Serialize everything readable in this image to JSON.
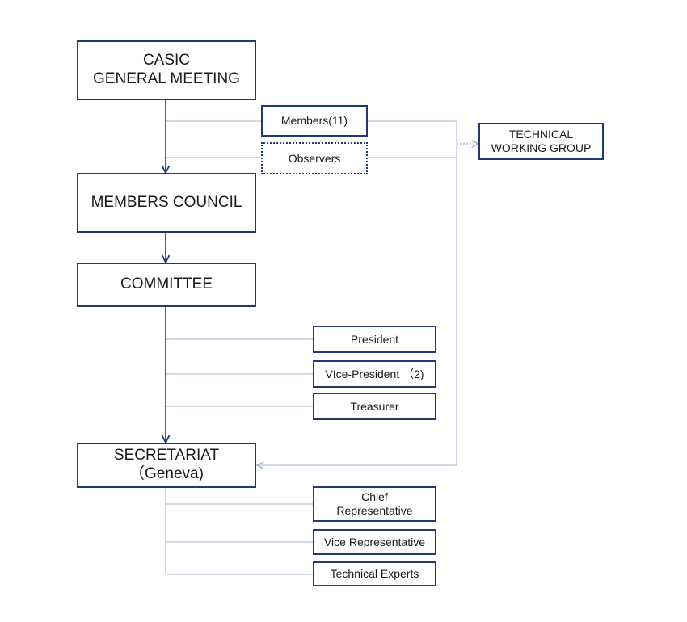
{
  "general_meeting": {
    "title": "CASIC\nGENERAL MEETING"
  },
  "members": {
    "label": "Members(11)"
  },
  "observers": {
    "label": "Observers"
  },
  "twg": {
    "title": "TECHNICAL\nWORKING GROUP"
  },
  "members_council": {
    "title": "MEMBERS COUNCIL"
  },
  "committee": {
    "title": "COMMITTEE",
    "roles": [
      "President",
      "VIce-President （2)",
      "Treasurer"
    ]
  },
  "secretariat": {
    "title": "SECRETARIAT\n（Geneva)",
    "roles": [
      "Chief\nRepresentative",
      "Vice Representative",
      "Technical Experts"
    ]
  },
  "colors": {
    "box_border": "#1f3b73",
    "main_arrow": "#1f3b73",
    "branch_line": "#b4c3dc"
  }
}
